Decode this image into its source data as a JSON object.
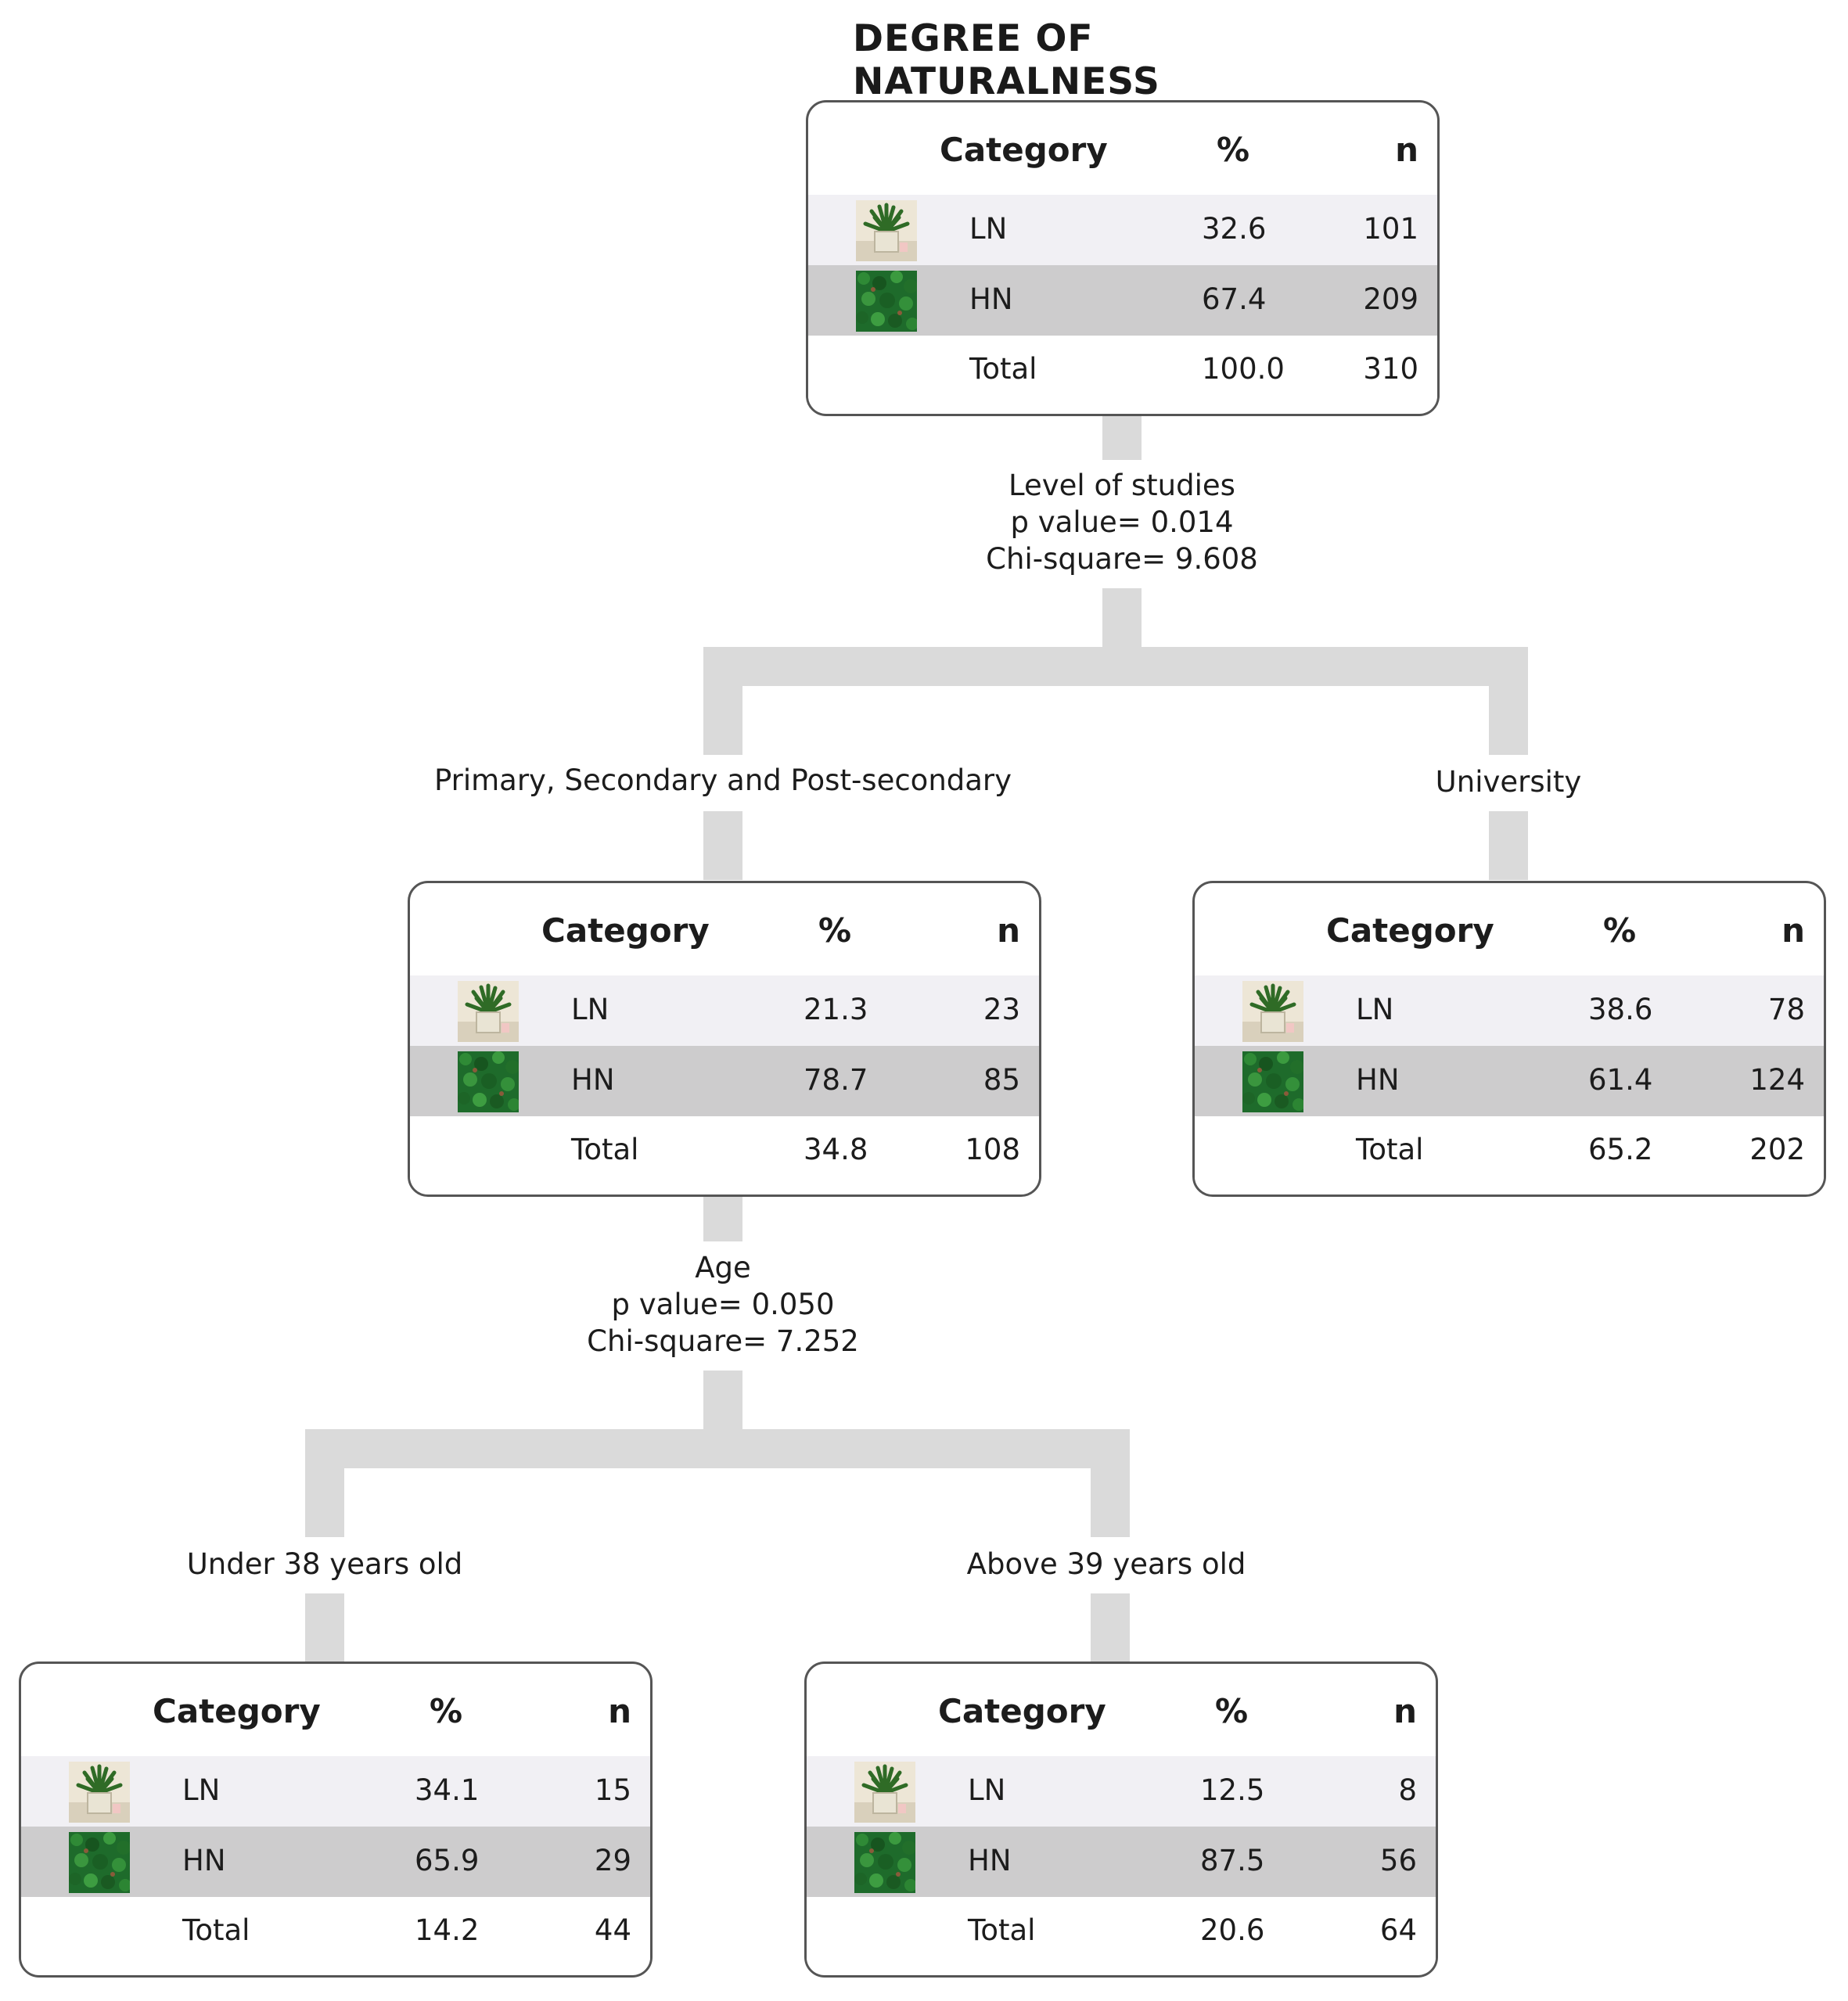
{
  "title": "DEGREE OF NATURALNESS",
  "headers": {
    "category": "Category",
    "percent": "%",
    "n": "n"
  },
  "icons": {
    "ln": "potted-plant-icon",
    "hn": "green-wall-icon"
  },
  "colors": {
    "connector": "#dadada",
    "ln_row": "#f1f0f4",
    "hn_row": "#cdcccd",
    "border": "#555555"
  },
  "splits": {
    "root": {
      "variable": "Level of studies",
      "p_value": "p value= 0.014",
      "chi_square": "Chi-square= 9.608",
      "branches": [
        "Primary, Secondary and Post-secondary",
        "University"
      ]
    },
    "primary": {
      "variable": "Age",
      "p_value": "p value= 0.050",
      "chi_square": "Chi-square= 7.252",
      "branches": [
        "Under 38 years old",
        "Above 39 years old"
      ]
    }
  },
  "nodes": {
    "root": {
      "rows": [
        {
          "category": "LN",
          "percent": "32.6",
          "n": "101"
        },
        {
          "category": "HN",
          "percent": "67.4",
          "n": "209"
        },
        {
          "category": "Total",
          "percent": "100.0",
          "n": "310"
        }
      ]
    },
    "primary": {
      "rows": [
        {
          "category": "LN",
          "percent": "21.3",
          "n": "23"
        },
        {
          "category": "HN",
          "percent": "78.7",
          "n": "85"
        },
        {
          "category": "Total",
          "percent": "34.8",
          "n": "108"
        }
      ]
    },
    "university": {
      "rows": [
        {
          "category": "LN",
          "percent": "38.6",
          "n": "78"
        },
        {
          "category": "HN",
          "percent": "61.4",
          "n": "124"
        },
        {
          "category": "Total",
          "percent": "65.2",
          "n": "202"
        }
      ]
    },
    "under38": {
      "rows": [
        {
          "category": "LN",
          "percent": "34.1",
          "n": "15"
        },
        {
          "category": "HN",
          "percent": "65.9",
          "n": "29"
        },
        {
          "category": "Total",
          "percent": "14.2",
          "n": "44"
        }
      ]
    },
    "above39": {
      "rows": [
        {
          "category": "LN",
          "percent": "12.5",
          "n": "8"
        },
        {
          "category": "HN",
          "percent": "87.5",
          "n": "56"
        },
        {
          "category": "Total",
          "percent": "20.6",
          "n": "64"
        }
      ]
    }
  }
}
